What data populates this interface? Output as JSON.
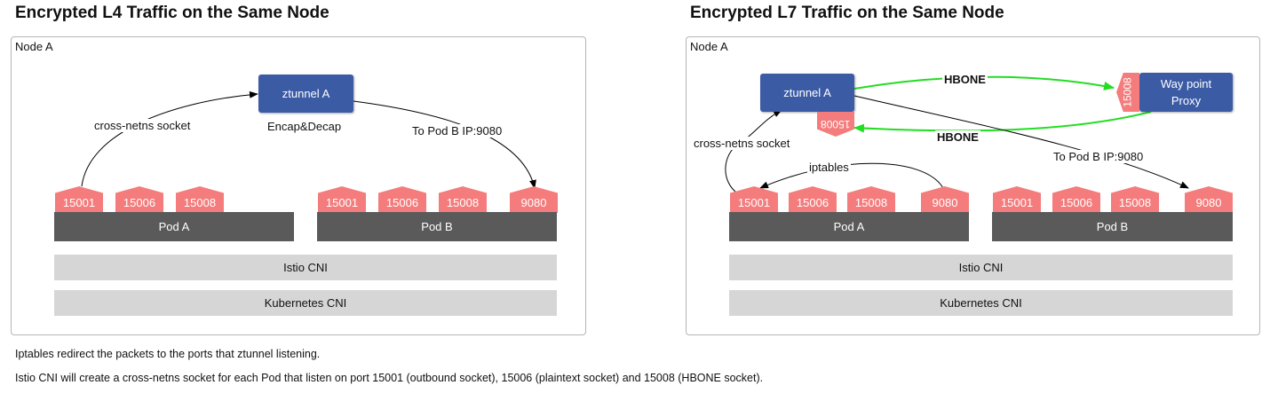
{
  "left": {
    "title": "Encrypted L4 Traffic on the Same Node",
    "node_label": "Node A",
    "ztunnel_label": "ztunnel A",
    "ztunnel_caption": "Encap&Decap",
    "cross_netns_label": "cross-netns socket",
    "to_pod_b_label": "To Pod B IP:9080",
    "pod_a": {
      "label": "Pod A",
      "ports": [
        "15001",
        "15006",
        "15008"
      ]
    },
    "pod_b": {
      "label": "Pod B",
      "ports": [
        "15001",
        "15006",
        "15008",
        "9080"
      ]
    },
    "istio_cni": "Istio CNI",
    "kubernetes_cni": "Kubernetes CNI"
  },
  "right": {
    "title": "Encrypted L7 Traffic on the Same Node",
    "node_label": "Node A",
    "ztunnel_label": "ztunnel A",
    "ztunnel_port": "15008",
    "waypoint_label_line1": "Way point",
    "waypoint_label_line2": "Proxy",
    "waypoint_port": "15008",
    "hbone_top": "HBONE",
    "hbone_bottom": "HBONE",
    "cross_netns_label": "cross-netns socket",
    "iptables_label": "iptables",
    "to_pod_b_label": "To Pod B IP:9080",
    "pod_a": {
      "label": "Pod A",
      "ports": [
        "15001",
        "15006",
        "15008",
        "9080"
      ]
    },
    "pod_b": {
      "label": "Pod B",
      "ports": [
        "15001",
        "15006",
        "15008",
        "9080"
      ]
    },
    "istio_cni": "Istio CNI",
    "kubernetes_cni": "Kubernetes CNI"
  },
  "notes": [
    "Iptables redirect the packets to the ports that ztunnel listening.",
    "Istio CNI will create a cross-netns socket for each Pod that listen on port 15001  (outbound socket), 15006 (plaintext socket) and 15008 (HBONE socket)."
  ],
  "colors": {
    "ztunnel": "#3b5ba5",
    "port": "#f47c7c",
    "pod_bar": "#5a5a5a",
    "cni_bar": "#d6d6d6",
    "hbone_arrow": "#22dd22"
  }
}
